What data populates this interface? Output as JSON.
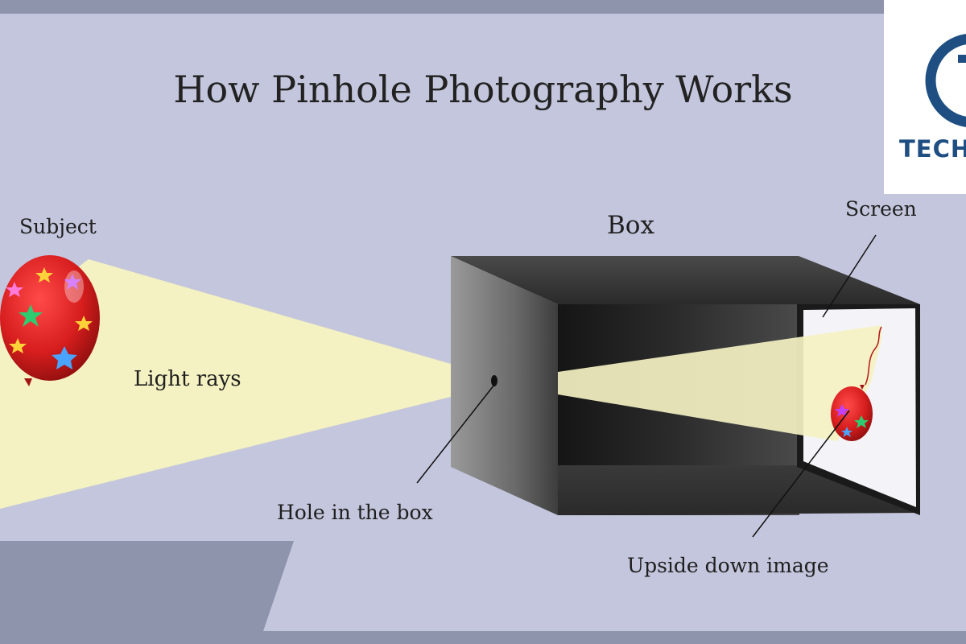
{
  "title": "How Pinhole Photography Works",
  "labels": {
    "subject": "Subject",
    "light_rays": "Light rays",
    "box": "Box",
    "screen": "Screen",
    "hole": "Hole in the box",
    "upside_down": "Upside down image"
  },
  "logo": {
    "text": "TECH"
  },
  "colors": {
    "background": "#c3c6dc",
    "band": "#8f94ad",
    "light_beam": "#f4f1c2",
    "box_dark": "#3a3a3a",
    "balloon": "#d81e1e",
    "logo_blue": "#1f4f82"
  }
}
